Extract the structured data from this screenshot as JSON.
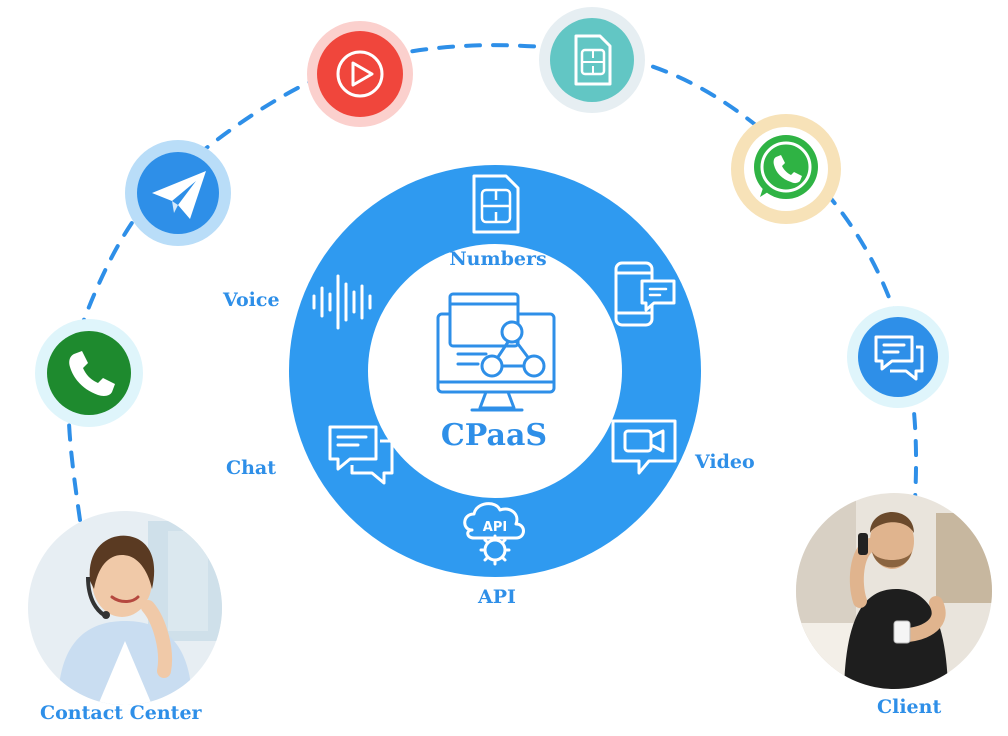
{
  "labels": {
    "numbers": "Numbers",
    "voice": "Voice",
    "chat": "Chat",
    "video": "Video",
    "api": "API",
    "center": "CPaaS",
    "api_icon_text": "API",
    "contact_center": "Contact Center",
    "client": "Client"
  },
  "colors": {
    "accent": "#2e8fe8",
    "ring": "#2f9af0",
    "youtube": "#f0463c",
    "whatsapp": "#2fb344",
    "phone": "#1e8a2e",
    "telegram": "#2e8fe8",
    "sim": "#62c6c4"
  },
  "icons": {
    "outer": [
      "phone-icon",
      "telegram-icon",
      "youtube-icon",
      "sim-card-icon",
      "whatsapp-icon",
      "chat-bubbles-icon"
    ],
    "ring": [
      "sim-card-icon",
      "voice-wave-icon",
      "sms-phone-icon",
      "chat-icon",
      "video-call-icon",
      "api-gear-icon"
    ],
    "center": "computer-network-icon"
  }
}
